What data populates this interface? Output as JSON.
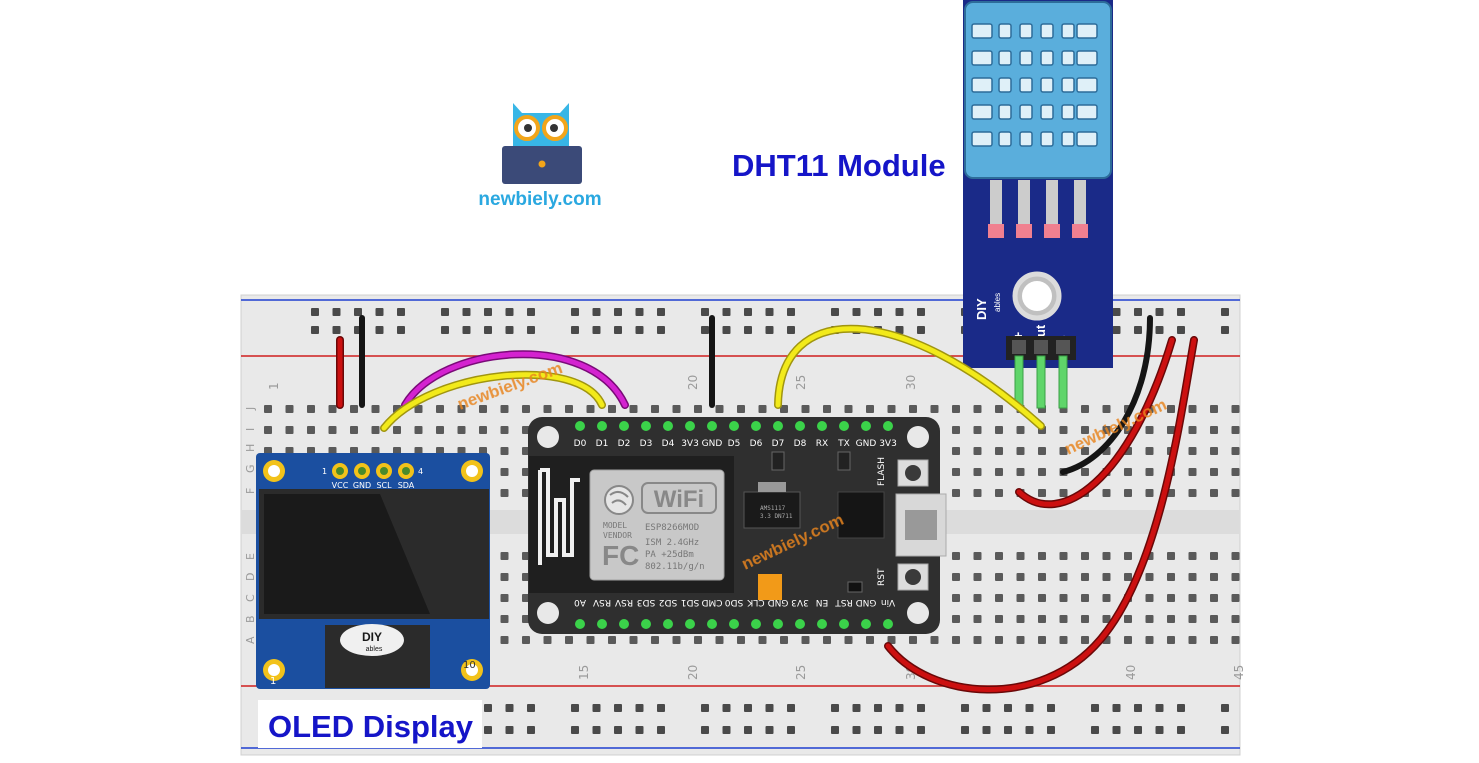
{
  "brand": {
    "name": "newbiely.com",
    "color": "#2aa8e0",
    "watermark": "newbiely.com"
  },
  "labels": {
    "dht11_title": "DHT11 Module",
    "oled_title": "OLED Display",
    "title_color": "#1515c8"
  },
  "breadboard": {
    "row_letters_top": [
      "J",
      "I",
      "H",
      "G",
      "F"
    ],
    "row_letters_bottom": [
      "E",
      "D",
      "C",
      "B",
      "A"
    ],
    "column_numbers_top": [
      "1",
      "20",
      "25",
      "30"
    ],
    "column_numbers_bottom": [
      "15",
      "20",
      "25",
      "30",
      "40",
      "45"
    ]
  },
  "oled": {
    "pin_labels": [
      "VCC",
      "GND",
      "SCL",
      "SDA"
    ],
    "pin_first": "1",
    "pin_last": "4",
    "corner_numbers": [
      "1",
      "10"
    ],
    "logo_text": "DIY",
    "logo_sub": "ables"
  },
  "esp": {
    "top_pins": [
      "D0",
      "D1",
      "D2",
      "D3",
      "D4",
      "3V3",
      "GND",
      "D5",
      "D6",
      "D7",
      "D8",
      "RX",
      "TX",
      "GND",
      "3V3"
    ],
    "bottom_pins": [
      "A0",
      "RSV",
      "RSV",
      "SD3",
      "SD2",
      "SD1",
      "CMD",
      "SD0",
      "CLK",
      "GND",
      "3V3",
      "EN",
      "RST",
      "GND",
      "Vin"
    ],
    "wifi_text": "WiFi",
    "module_lines": [
      "MODEL",
      "VENDOR"
    ],
    "module_name": "ESP8266MOD",
    "fc_text": "FC",
    "specs": [
      "ISM 2.4GHz",
      "PA +25dBm",
      "802.11b/g/n"
    ],
    "flash_label": "FLASH",
    "rst_label": "RST",
    "reg_text": "AMS1117",
    "reg_sub": "3.3 DN711"
  },
  "dht": {
    "pins": [
      "+",
      "out",
      "-"
    ],
    "logo_text": "DIY",
    "logo_sub": "ables"
  },
  "wire_colors": {
    "red": "#cc1010",
    "black": "#151515",
    "yellow": "#f2ea1a",
    "magenta": "#d422d0"
  }
}
